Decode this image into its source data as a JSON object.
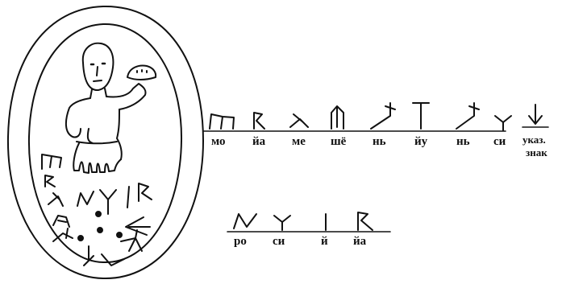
{
  "row1": {
    "labels": [
      "мо",
      "йа",
      "ме",
      "шё",
      "нь",
      "йу",
      "нь",
      "си"
    ],
    "pointer_label": [
      "указ.",
      "знак"
    ]
  },
  "row2": {
    "labels": [
      "ро",
      "си",
      "й",
      "йа"
    ]
  }
}
